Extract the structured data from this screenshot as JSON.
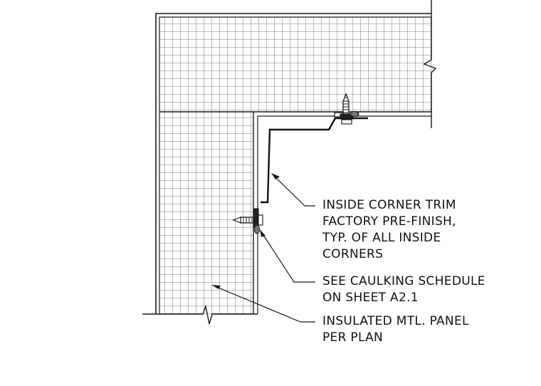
{
  "callouts": {
    "trim": {
      "lines": [
        "INSIDE CORNER TRIM",
        "FACTORY PRE-FINISH,",
        "TYP. OF ALL INSIDE",
        "CORNERS"
      ]
    },
    "caulk": {
      "lines": [
        "SEE CAULKING SCHEDULE",
        "ON SHEET A2.1"
      ]
    },
    "panel": {
      "lines": [
        "INSULATED MTL. PANEL",
        "PER PLAN"
      ]
    }
  },
  "colors": {
    "line": "#1a1a1a",
    "grid": "#555555",
    "text": "#111111"
  }
}
